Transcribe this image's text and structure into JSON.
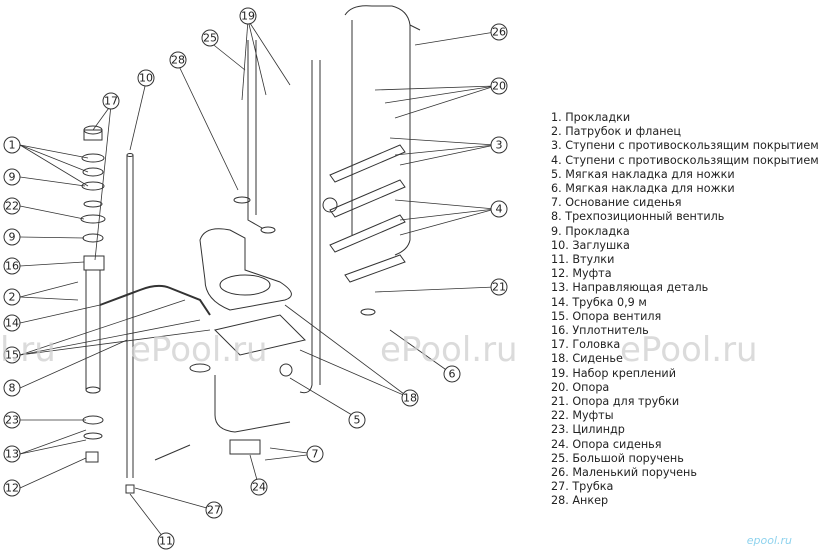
{
  "legend": [
    "1. Прокладки",
    "2. Патрубок и фланец",
    "3. Ступени с противоскользящим покрытием",
    "4. Ступени с противоскользящим покрытием",
    "5. Мягкая накладка для ножки",
    "6. Мягкая накладка для ножки",
    "7. Основание сиденья",
    "8. Трехпозиционный вентиль",
    "9. Прокладка",
    "10. Заглушка",
    "11. Втулки",
    "12. Муфта",
    "13. Направляющая деталь",
    "14. Трубка 0,9 м",
    "15. Опора вентиля",
    "16. Уплотнитель",
    "17. Головка",
    "18. Сиденье",
    "19. Набор креплений",
    "20. Опора",
    "21. Опора для трубки",
    "22. Муфты",
    "23. Цилиндр",
    "24. Опора сиденья",
    "25. Большой поручень",
    "26. Маленький поручень",
    "27. Трубка",
    "28. Анкер"
  ],
  "callouts": {
    "c1": "1",
    "c2": "2",
    "c3": "3",
    "c4": "4",
    "c5": "5",
    "c6": "6",
    "c7": "7",
    "c8": "8",
    "c9a": "9",
    "c9b": "9",
    "c10": "10",
    "c11": "11",
    "c12": "12",
    "c13": "13",
    "c14": "14",
    "c15": "15",
    "c16": "16",
    "c17": "17",
    "c18": "18",
    "c19": "19",
    "c20": "20",
    "c21": "21",
    "c22": "22",
    "c23": "23",
    "c24": "24",
    "c25": "25",
    "c26": "26",
    "c27": "27",
    "c28": "28"
  },
  "watermark": [
    "l.ru",
    "ePool.ru",
    "ePool.ru",
    "ePool.ru",
    "ePool.ru"
  ],
  "logo": "epool.ru"
}
